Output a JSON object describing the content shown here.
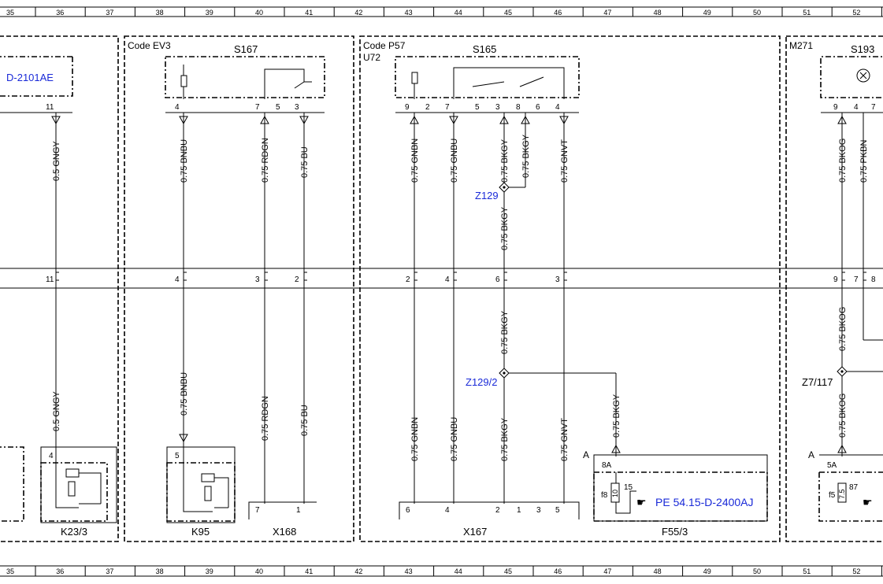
{
  "grid": {
    "columns": [
      "35",
      "36",
      "37",
      "38",
      "39",
      "40",
      "41",
      "42",
      "43",
      "44",
      "45",
      "46",
      "47",
      "48",
      "49",
      "50",
      "51",
      "52"
    ]
  },
  "sections": {
    "code_ev3": "Code EV3",
    "code_p57": "Code P57",
    "u72": "U72",
    "m271": "M271"
  },
  "components": {
    "s167": "S167",
    "s165": "S165",
    "s193": "S193",
    "k23_3": "K23/3",
    "k95": "K95",
    "x168": "X168",
    "x167": "X167",
    "f55_3": "F55/3"
  },
  "references": {
    "left_ref": "D-2101AE",
    "pe_ref": "PE 54.15-D-2400AJ",
    "z129": "Z129",
    "z129_2": "Z129/2",
    "z7_117": "Z7/117"
  },
  "wires": {
    "w_gngy_top": "0.5 GNGY",
    "w_gngy_bot": "0.5 GNGY",
    "w_bnbu_top": "0.75 BNBU",
    "w_bnbu_bot": "0.75 BNBU",
    "w_rdgn_top": "0.75 RDGN",
    "w_rdgn_bot": "0.75 RDGN",
    "w_bu_top": "0.75 BU",
    "w_bu_bot": "0.75 BU",
    "w_gnbn_top": "0.75 GNBN",
    "w_gnbn_bot": "0.75 GNBN",
    "w_gnbu_top": "0.75 GNBU",
    "w_gnbu_bot": "0.75 GNBU",
    "w_bkgy_1": "0.75 BKGY",
    "w_bkgy_2": "0.75 BKGY",
    "w_bkgy_3": "0.75 BKGY",
    "w_bkgy_4": "0.75 BKGY",
    "w_bkgy_5": "0.75 BKGY",
    "w_bkgy_6": "0.75 BKGY",
    "w_gnvt_top": "0.75 GNVT",
    "w_gnvt_bot": "0.75 GNVT",
    "w_bkog_top": "0.75 BKOG",
    "w_bkog_mid": "0.75 BKOG",
    "w_bkog_bot": "0.75 BKOG",
    "w_pkbn_top": "0.75 PKBN"
  },
  "pins": {
    "p11a": "11",
    "p11b": "11",
    "p4a": "4",
    "p4b": "4",
    "p7a": "7",
    "p5a": "5",
    "p3a": "3",
    "p3b": "3",
    "p2a": "2",
    "s165_9": "9",
    "s165_2": "2",
    "s165_7": "7",
    "s165_5": "5",
    "s165_3": "3",
    "s165_8": "8",
    "s165_6": "6",
    "s165_4": "4",
    "x_2": "2",
    "x_4": "4",
    "x_6": "6",
    "x_3": "3",
    "s193_9": "9",
    "s193_4": "4",
    "s193_7": "7",
    "r_9": "9",
    "r_7": "7",
    "r_8": "8",
    "k23_4": "4",
    "k95_5": "5",
    "x168_7": "7",
    "x168_1": "1",
    "x167_6": "6",
    "x167_4": "4",
    "x167_2": "2",
    "x167_1": "1",
    "x167_3": "3",
    "x167_5": "5",
    "f55_8a": "8A",
    "f55_15": "15",
    "f55_f8": "f8",
    "f55_10": "10",
    "r_5a": "5A",
    "r_87": "87",
    "r_f5": "f5",
    "r_75": "7.5",
    "a_left": "A",
    "a_right": "A"
  }
}
